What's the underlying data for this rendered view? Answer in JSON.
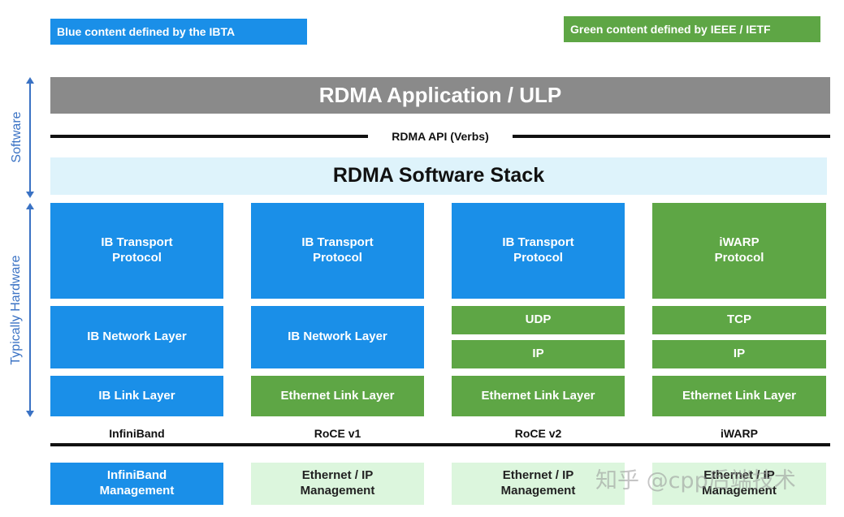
{
  "legend": {
    "blue": "Blue content defined by the IBTA",
    "green": "Green content defined by IEEE / IETF"
  },
  "side_labels": {
    "software": "Software",
    "hardware": "Typically Hardware"
  },
  "app_layer": "RDMA Application / ULP",
  "api_label": "RDMA API (Verbs)",
  "stack_label": "RDMA Software Stack",
  "columns": [
    {
      "name": "InfiniBand",
      "transport": "IB Transport\nProtocol",
      "network": "IB Network Layer",
      "link": "IB Link Layer",
      "management": "InfiniBand\nManagement"
    },
    {
      "name": "RoCE v1",
      "transport": "IB Transport\nProtocol",
      "network": "IB Network Layer",
      "link": "Ethernet Link Layer",
      "management": "Ethernet / IP\nManagement"
    },
    {
      "name": "RoCE v2",
      "transport": "IB Transport\nProtocol",
      "udp": "UDP",
      "ip": "IP",
      "link": "Ethernet Link Layer",
      "management": "Ethernet / IP\nManagement"
    },
    {
      "name": "iWARP",
      "transport": "iWARP\nProtocol",
      "tcp": "TCP",
      "ip": "IP",
      "link": "Ethernet Link Layer",
      "management": "Ethernet / IP\nManagement"
    }
  ],
  "watermark": "知乎 @cpp后端技术",
  "colors": {
    "ibta_blue": "#1a8fe8",
    "ieee_green": "#5ea645",
    "app_gray": "#8a8a8a",
    "stack_pale_blue": "#def3fb",
    "mgmt_pale_green": "#dcf6dd",
    "arrow_blue": "#3a72c4"
  }
}
